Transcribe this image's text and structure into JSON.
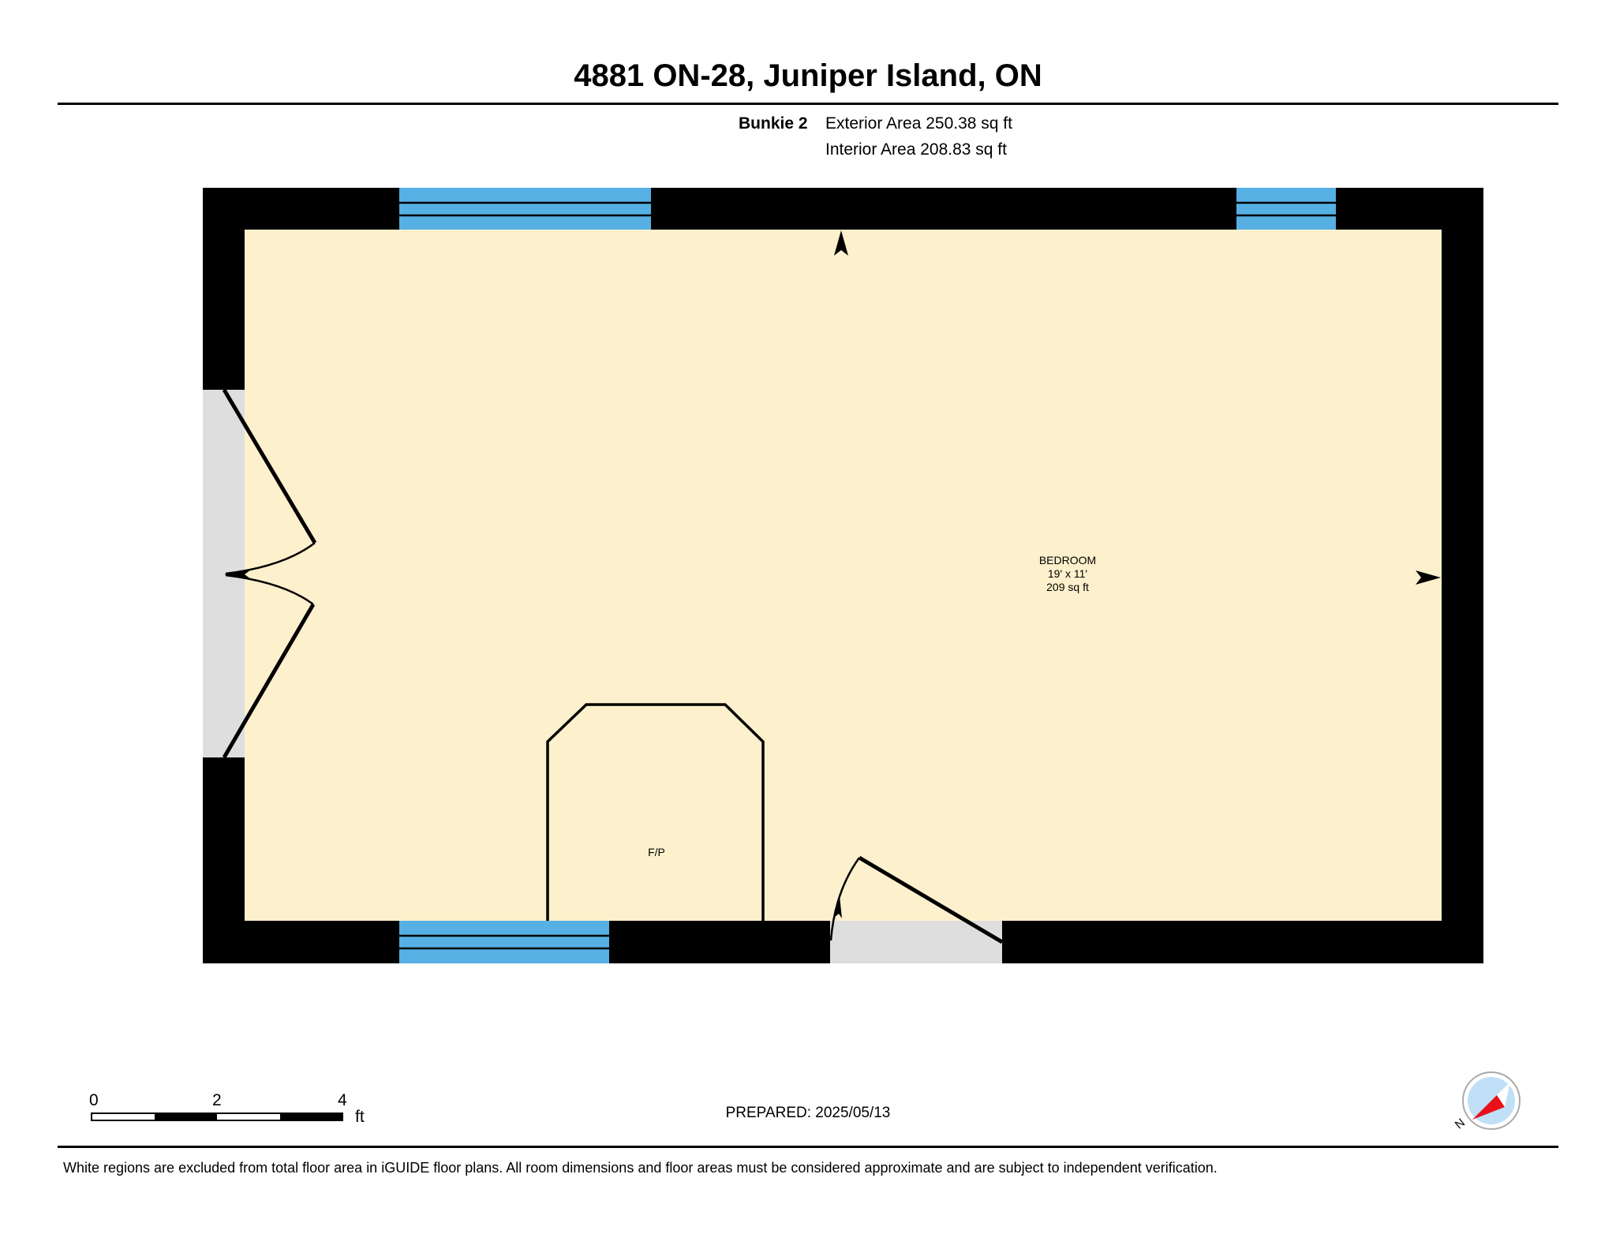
{
  "title": "4881 ON-28, Juniper Island, ON",
  "floor": {
    "name": "Bunkie 2",
    "exterior_area": "Exterior Area 250.38 sq ft",
    "interior_area": "Interior Area 208.83 sq ft"
  },
  "rooms": [
    {
      "name": "BEDROOM",
      "dimensions": "19' x 11'",
      "area": "209 sq ft"
    }
  ],
  "fixtures": [
    {
      "label": "F/P"
    }
  ],
  "scale_bar": {
    "labels": [
      "0",
      "2",
      "4"
    ],
    "unit": "ft"
  },
  "prepared": "PREPARED: 2025/05/13",
  "compass": {
    "label": "N"
  },
  "disclaimer": "White regions are excluded from total floor area in iGUIDE floor plans. All room dimensions and floor areas must be considered approximate and are subject to independent verification.",
  "colors": {
    "floor": "#fdf0cc",
    "wall": "#000000",
    "window": "#56b0e4",
    "door_opening": "#dedede",
    "compass_face": "#bfe0f6",
    "compass_needle": "#e8101a"
  }
}
